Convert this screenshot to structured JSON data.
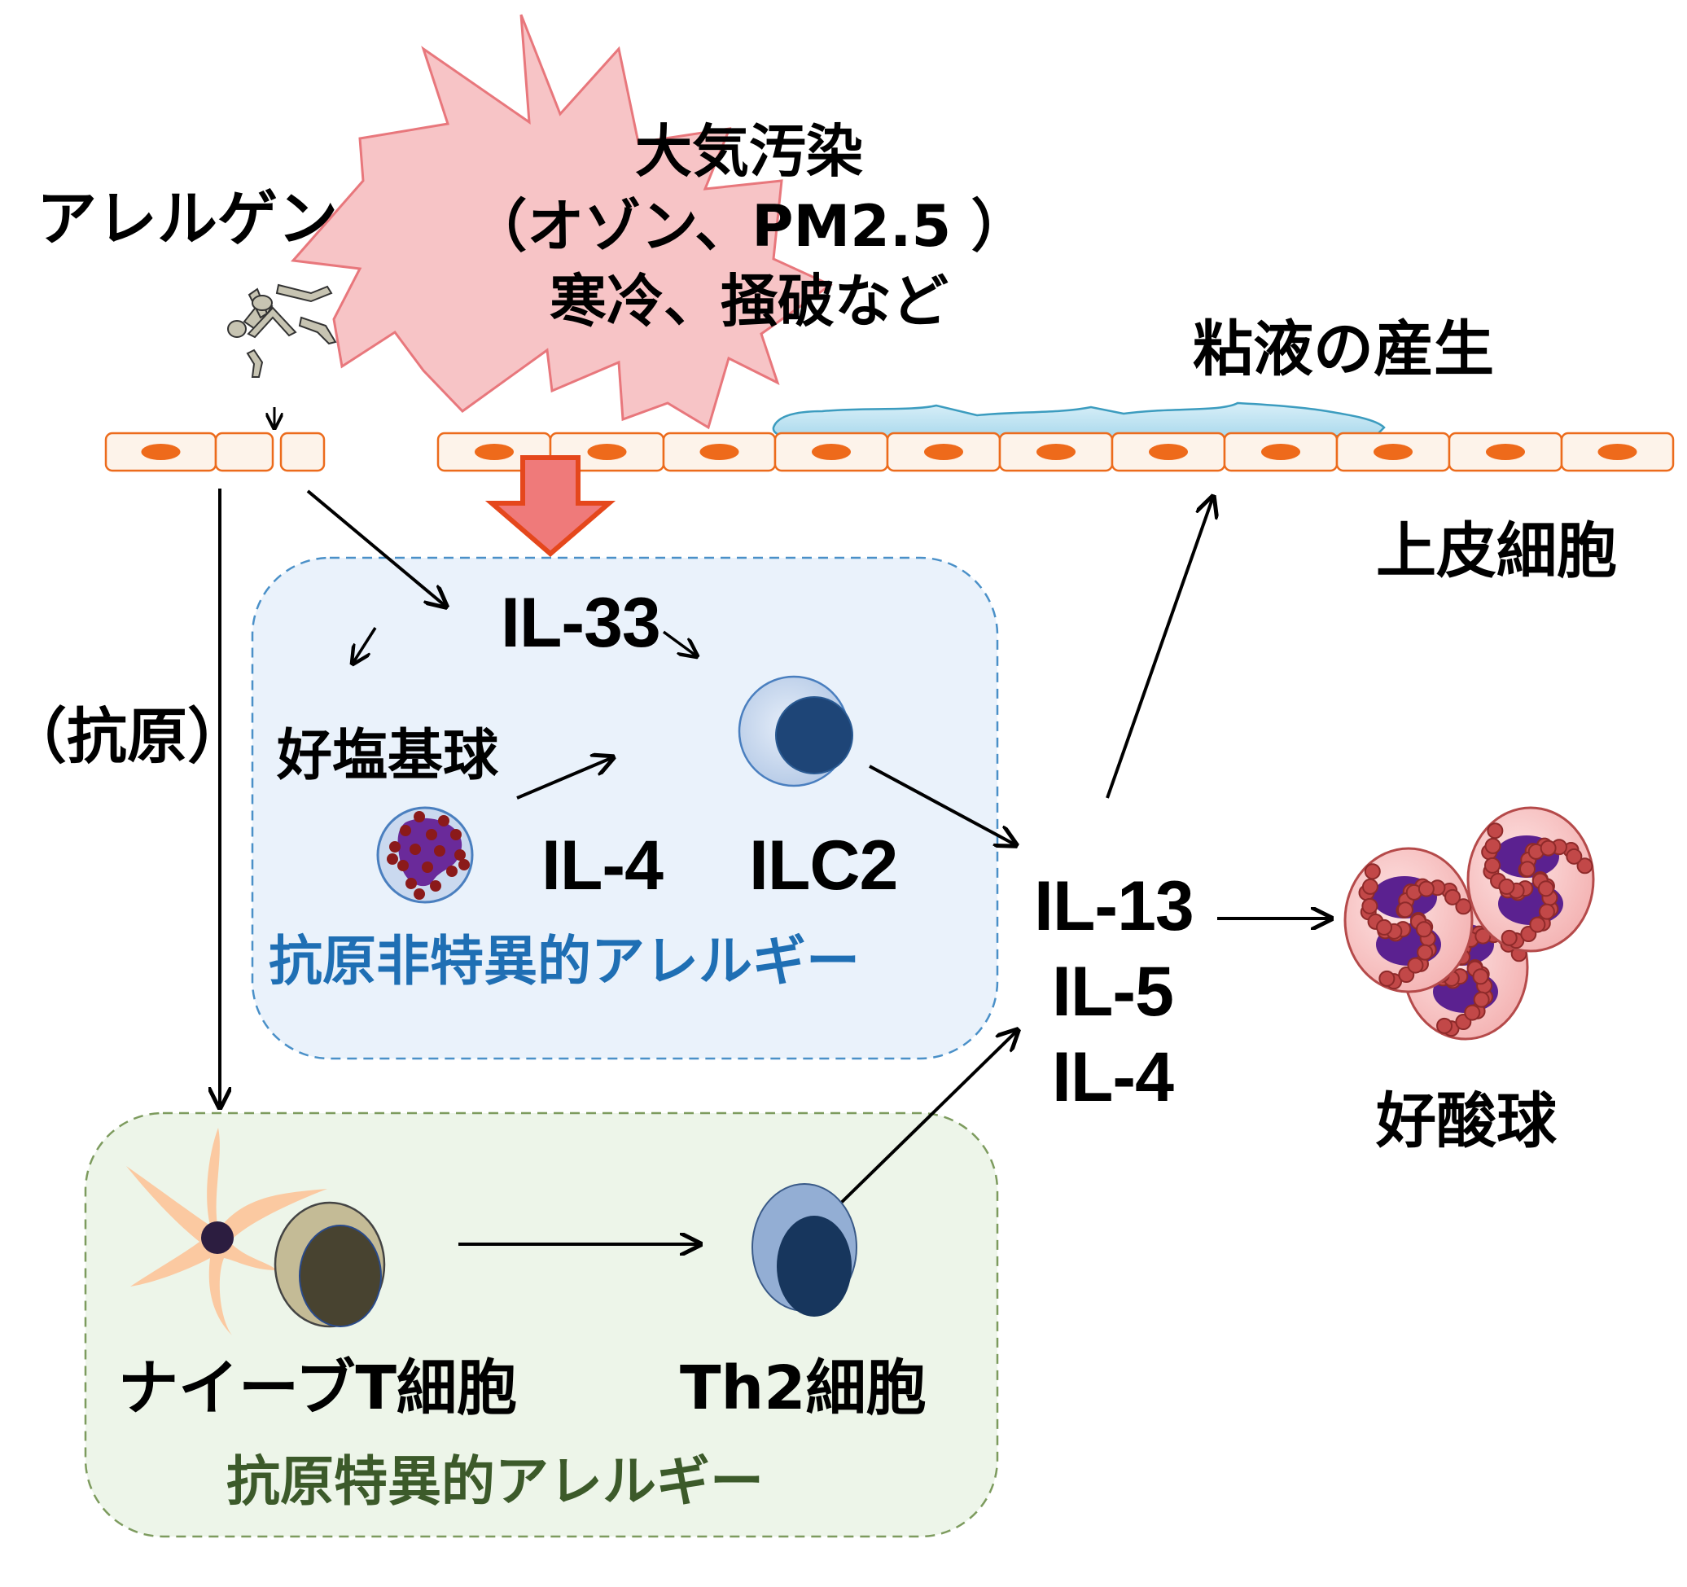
{
  "title_allergen": "アレルゲン",
  "stimulus": {
    "line1": "大気汚染",
    "line2": "（オゾン、PM2.5 ）",
    "line3": "寒冷、掻破など"
  },
  "mucus_label": "粘液の産生",
  "epithelium_label": "上皮細胞",
  "antigen_label": "（抗原）",
  "nonspecific_box": {
    "il33": "IL-33",
    "basophil": "好塩基球",
    "il4": "IL-4",
    "ilc2": "ILC2",
    "caption": "抗原非特異的アレルギー"
  },
  "specific_box": {
    "naive_t": "ナイーブT細胞",
    "th2": "Th2細胞",
    "caption": "抗原特異的アレルギー"
  },
  "cytokines": [
    "IL-13",
    "IL-5",
    "IL-4"
  ],
  "eosinophil_label": "好酸球",
  "colors": {
    "burst_fill": "#f7c4c6",
    "burst_stroke": "#e8777c",
    "epithelium_stroke": "#ec6b1c",
    "epithelium_fill": "#fdf3ea",
    "nucleus": "#ee6a1b",
    "mucus": "#bfe3f2",
    "big_arrow_fill": "#ef7a7a",
    "big_arrow_stroke": "#e5471c",
    "blue_box_fill": "#eaf2fb",
    "blue_box_stroke": "#4a90c8",
    "green_box_fill": "#edf5e9",
    "green_box_stroke": "#7d9b5e",
    "blue_caption": "#1f6fb4",
    "green_caption": "#3c5a2a"
  }
}
